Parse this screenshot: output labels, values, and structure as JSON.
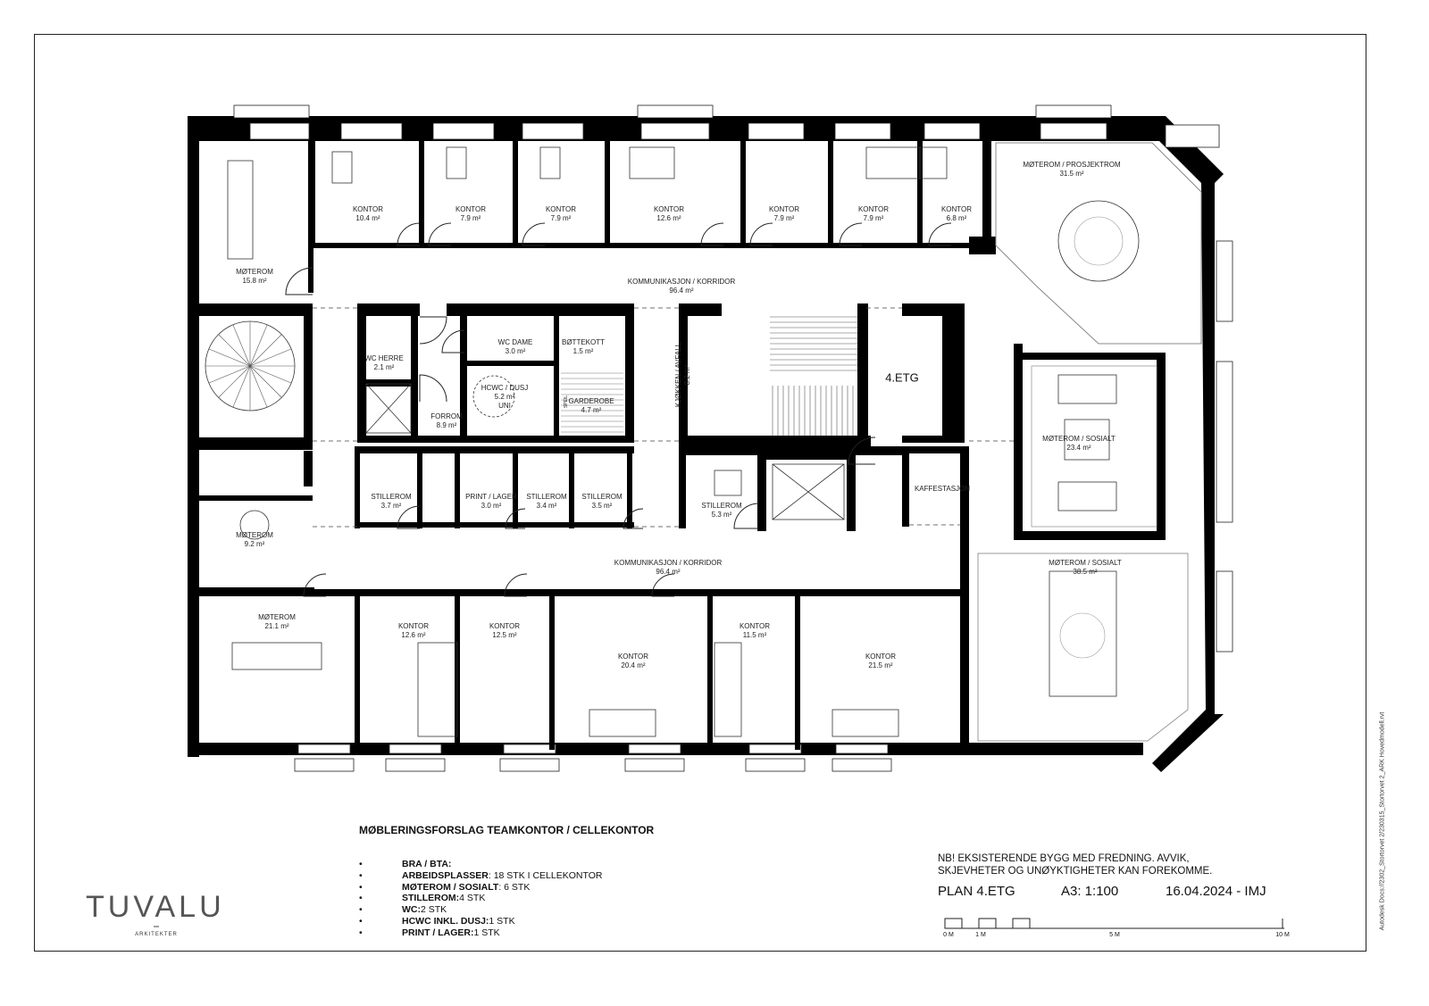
{
  "rooms": {
    "moterom_15": {
      "name": "MØTEROM",
      "area": "15.8 m²"
    },
    "kontor_1": {
      "name": "KONTOR",
      "area": "10.4 m²"
    },
    "kontor_2": {
      "name": "KONTOR",
      "area": "7.9 m²"
    },
    "kontor_3": {
      "name": "KONTOR",
      "area": "7.9 m²"
    },
    "kontor_4": {
      "name": "KONTOR",
      "area": "12.6 m²"
    },
    "kontor_5": {
      "name": "KONTOR",
      "area": "7.9 m²"
    },
    "kontor_6": {
      "name": "KONTOR",
      "area": "7.9 m²"
    },
    "kontor_7": {
      "name": "KONTOR",
      "area": "6.8 m²"
    },
    "prosjektrom": {
      "name": "MØTEROM / PROSJEKTROM",
      "area": "31.5 m²"
    },
    "korridor_top": {
      "name": "KOMMUNIKASJON / KORRIDOR",
      "area": "96.4 m²"
    },
    "wc_herre": {
      "name": "WC HERRE",
      "area": "2.1 m²"
    },
    "wc_dame": {
      "name": "WC DAME",
      "area": "3.0 m²"
    },
    "bottekott": {
      "name": "BØTTEKOTT",
      "area": "1.5 m²"
    },
    "hcwc": {
      "name": "HCWC / DUSJ",
      "area": "5.2 m²",
      "extra": "UNI"
    },
    "garderobe": {
      "name": "GARDEROBE",
      "area": "4.7 m²",
      "extra": "SPEIL"
    },
    "forrom": {
      "name": "FORROM",
      "area": "8.9 m²"
    },
    "kjokken": {
      "name": "KJØKKEN / AVFALL",
      "area": "8.2 m²"
    },
    "sosialt_23": {
      "name": "MØTEROM / SOSIALT",
      "area": "23.4 m²"
    },
    "stillerom_1": {
      "name": "STILLEROM",
      "area": "3.7 m²"
    },
    "print": {
      "name": "PRINT / LAGER",
      "area": "3.0 m²"
    },
    "stillerom_2": {
      "name": "STILLEROM",
      "area": "3.4 m²"
    },
    "stillerom_3": {
      "name": "STILLEROM",
      "area": "3.5 m²"
    },
    "stillerom_4": {
      "name": "STILLEROM",
      "area": "5.3 m²"
    },
    "kaffe": {
      "name": "KAFFESTASJON"
    },
    "moterom_9": {
      "name": "MØTEROM",
      "area": "9.2 m²"
    },
    "korridor_bottom": {
      "name": "KOMMUNIKASJON / KORRIDOR",
      "area": "96.4 m²"
    },
    "sosialt_38": {
      "name": "MØTEROM / SOSIALT",
      "area": "38.5 m²"
    },
    "moterom_21": {
      "name": "MØTEROM",
      "area": "21.1 m²"
    },
    "kontor_8": {
      "name": "KONTOR",
      "area": "12.6 m²"
    },
    "kontor_9": {
      "name": "KONTOR",
      "area": "12.5 m²"
    },
    "kontor_10": {
      "name": "KONTOR",
      "area": "20.4 m²"
    },
    "kontor_11": {
      "name": "KONTOR",
      "area": "11.5 m²"
    },
    "kontor_12": {
      "name": "KONTOR",
      "area": "21.5 m²"
    }
  },
  "floor_label": "4.ETG",
  "summary": {
    "title": "MØBLERINGSFORSLAG TEAMKONTOR / CELLEKONTOR",
    "bullet": "•",
    "items": [
      {
        "label": "BRA / BTA:",
        "value": ""
      },
      {
        "label": "ARBEIDSPLASSER",
        "value": ": 18 STK I CELLEKONTOR"
      },
      {
        "label": "MØTEROM / SOSIALT",
        "value": ": 6 STK"
      },
      {
        "label": "STILLEROM:",
        "value": " 4 STK"
      },
      {
        "label": "WC:",
        "value": " 2 STK"
      },
      {
        "label": "HCWC INKL. DUSJ:",
        "value": " 1 STK"
      },
      {
        "label": "PRINT / LAGER:",
        "value": " 1 STK"
      }
    ]
  },
  "note": {
    "line1": "NB! EKSISTERENDE BYGG MED FREDNING.  AVVIK,",
    "line2": "SKJEVHETER OG UNØYKTIGHETER KAN FOREKOMME."
  },
  "plan_info": {
    "plan": "PLAN 4.ETG",
    "scale": "A3: 1:100",
    "date": "16.04.2024 - IMJ"
  },
  "scale_bar": {
    "labels": [
      "0 M",
      "1 M",
      "5 M",
      "10 M"
    ]
  },
  "logo": {
    "name": "TUVALU",
    "sub": "ARKITEKTER"
  },
  "file_path": "Autodesk Docs://2302_Stortorvet 2/230315_Stortorvet 2_ARK Hovedmodell.rvt"
}
